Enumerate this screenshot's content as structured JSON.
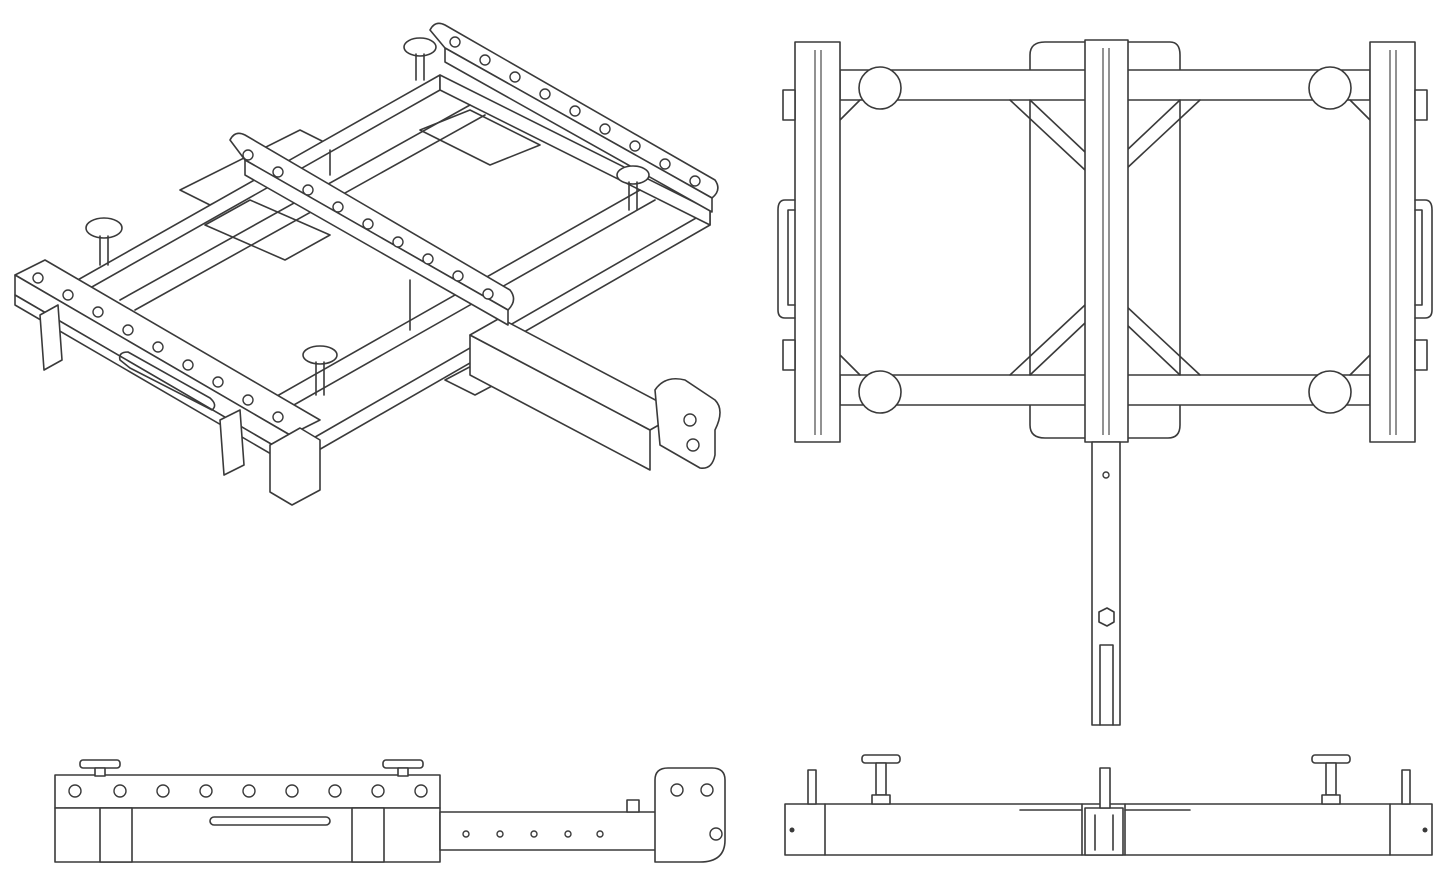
{
  "figure": {
    "views": [
      {
        "id": "isometric",
        "name": "isometric-view"
      },
      {
        "id": "top",
        "name": "top-view"
      },
      {
        "id": "side",
        "name": "side-view"
      },
      {
        "id": "end",
        "name": "end-view"
      }
    ],
    "line_color": "#3a3a3a",
    "background": "#ffffff"
  }
}
